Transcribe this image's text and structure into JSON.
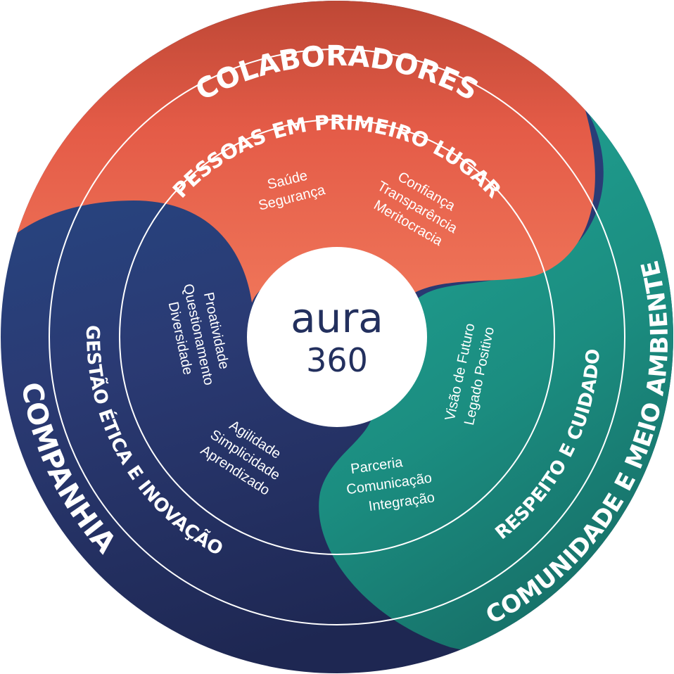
{
  "center": {
    "word": "aura",
    "number": "360"
  },
  "outer_labels": {
    "top": "COLABORADORES",
    "left": "COMPANHIA",
    "right": "COMUNIDADE E MEIO AMBIENTE"
  },
  "middle_labels": {
    "top": "PESSOAS EM PRIMEIRO LUGAR",
    "left": "GESTÃO ÉTICA E INOVAÇÃO",
    "right": "RESPEITO E CUIDADO"
  },
  "inner_values": {
    "colaboradores_left": [
      "Saúde",
      "Segurança"
    ],
    "colaboradores_right": [
      "Confiança",
      "Transparência",
      "Meritocracia"
    ],
    "companhia_top": [
      "Proatividade",
      "Questionamento",
      "Diversidade"
    ],
    "companhia_bottom": [
      "Agilidade",
      "Simplicidade",
      "Aprendizado"
    ],
    "comunidade_top": [
      "Visão de Futuro",
      "Legado Positivo"
    ],
    "comunidade_bottom": [
      "Parceria",
      "Comunicação",
      "Integração"
    ]
  },
  "colors": {
    "colaboradores": "#e35a45",
    "companhia": "#283770",
    "comunidade": "#1f9f90",
    "center": "#ffffff",
    "logo_text": "#23305e"
  }
}
